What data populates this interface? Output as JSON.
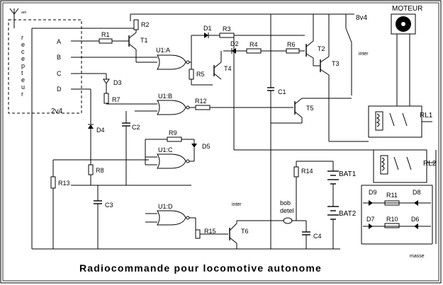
{
  "title": "Radiocommande pour locomotive autonome",
  "antenna": {
    "label": "ant"
  },
  "receiver": {
    "label": "recepteur",
    "supply": "2v4"
  },
  "inputs": [
    "A",
    "B",
    "C",
    "D"
  ],
  "supply": {
    "top": "8v4",
    "switch": "inter",
    "switch2": "inter",
    "ground": "masse"
  },
  "motor": {
    "label": "MOTEUR"
  },
  "gates": {
    "a": "U1:A",
    "b": "U1:B",
    "c": "U1:C",
    "d": "U1:D"
  },
  "resistors": {
    "r1": "R1",
    "r2": "R2",
    "r3": "R3",
    "r4": "R4",
    "r5": "R5",
    "r6": "R6",
    "r7": "R7",
    "r8": "R8",
    "r9": "R9",
    "r10": "R10",
    "r11": "R11",
    "r12": "R12",
    "r13": "R13",
    "r14": "R14",
    "r15": "R15"
  },
  "transistors": {
    "t1": "T1",
    "t2": "T2",
    "t3": "T3",
    "t4": "T4",
    "t5": "T5",
    "t6": "T6"
  },
  "diodes": {
    "d1": "D1",
    "d2": "D2",
    "d3": "D3",
    "d4": "D4",
    "d5": "D5",
    "d6": "D6",
    "d7": "D7",
    "d8": "D8",
    "d9": "D9"
  },
  "capacitors": {
    "c1": "C1",
    "c2": "C2",
    "c3": "C3",
    "c4": "C4"
  },
  "relays": {
    "rl1": "RL1",
    "rl2": "RL2"
  },
  "batteries": {
    "bat1": "BAT1",
    "bat2": "BAT2"
  },
  "bobine": {
    "line1": "bob",
    "line2": "detel"
  }
}
